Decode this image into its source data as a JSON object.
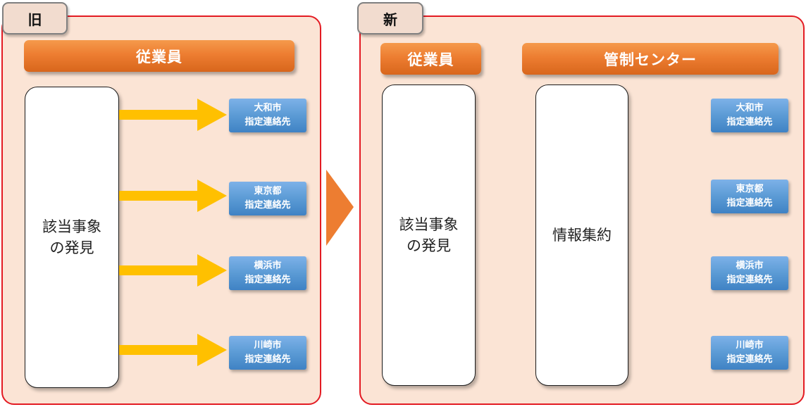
{
  "old": {
    "tab_label": "旧",
    "header": "従業員",
    "discovery_box": "該当事象\nの発見",
    "destinations": [
      {
        "line1": "大和市",
        "line2": "指定連絡先"
      },
      {
        "line1": "東京都",
        "line2": "指定連絡先"
      },
      {
        "line1": "横浜市",
        "line2": "指定連絡先"
      },
      {
        "line1": "川崎市",
        "line2": "指定連絡先"
      }
    ]
  },
  "new": {
    "tab_label": "新",
    "header_employee": "従業員",
    "header_control_center": "管制センター",
    "discovery_box": "該当事象\nの発見",
    "aggregation_box": "情報集約",
    "destinations": [
      {
        "line1": "大和市",
        "line2": "指定連絡先"
      },
      {
        "line1": "東京都",
        "line2": "指定連絡先"
      },
      {
        "line1": "横浜市",
        "line2": "指定連絡先"
      },
      {
        "line1": "川崎市",
        "line2": "指定連絡先"
      }
    ]
  },
  "colors": {
    "panel_fill": "#fbe4d5",
    "panel_border": "#e31b23",
    "header_orange": "#ed7d31",
    "arrow_yellow": "#ffc000",
    "destination_blue": "#5b9bd5",
    "transition_arrow": "#ed7d31"
  }
}
